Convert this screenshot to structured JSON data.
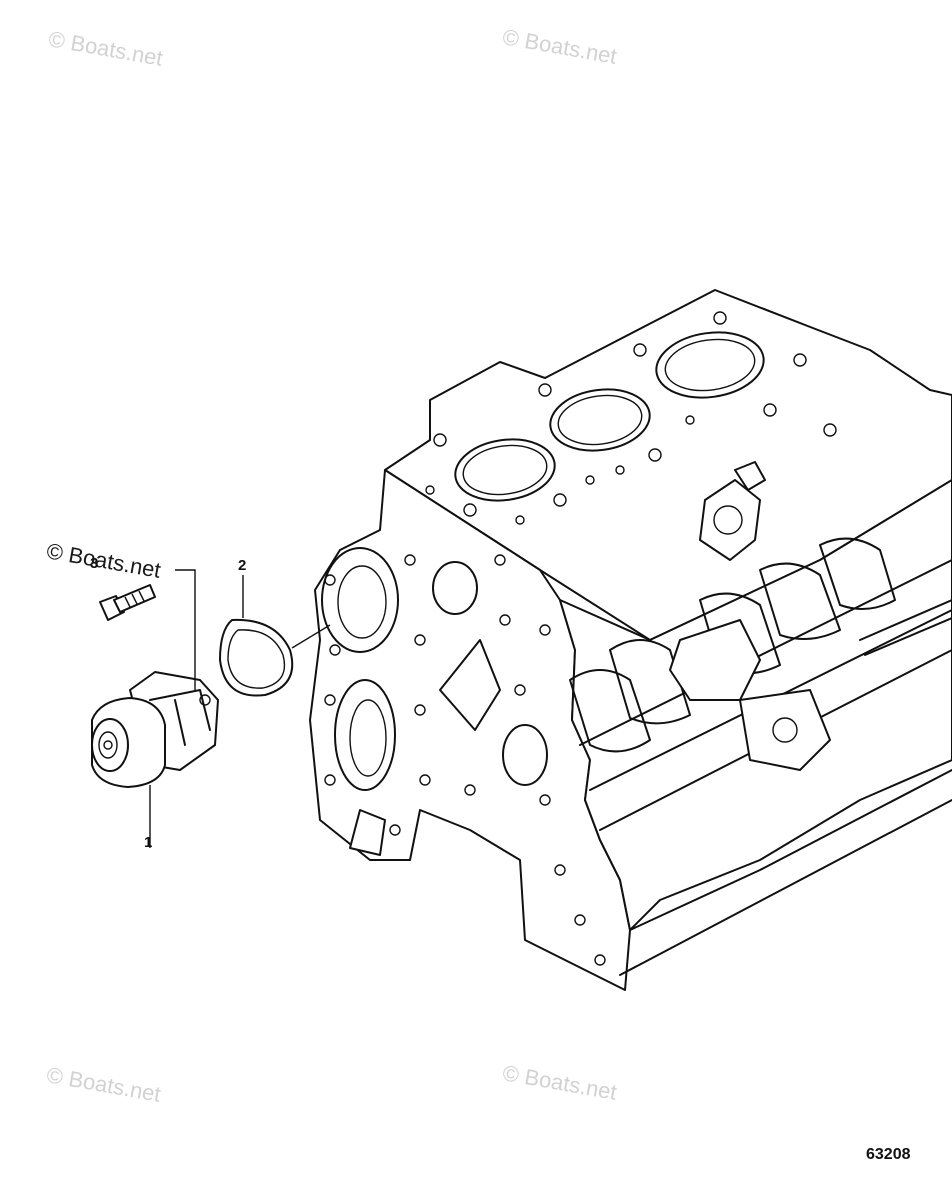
{
  "watermarks": {
    "top_left": "© Boats.net",
    "top_right": "© Boats.net",
    "mid_left": "© Boats.net",
    "bottom_left": "© Boats.net",
    "bottom_right": "© Boats.net"
  },
  "callouts": {
    "water_pump": "1",
    "gasket": "2",
    "bolt": "3"
  },
  "diagram_id": "63208"
}
